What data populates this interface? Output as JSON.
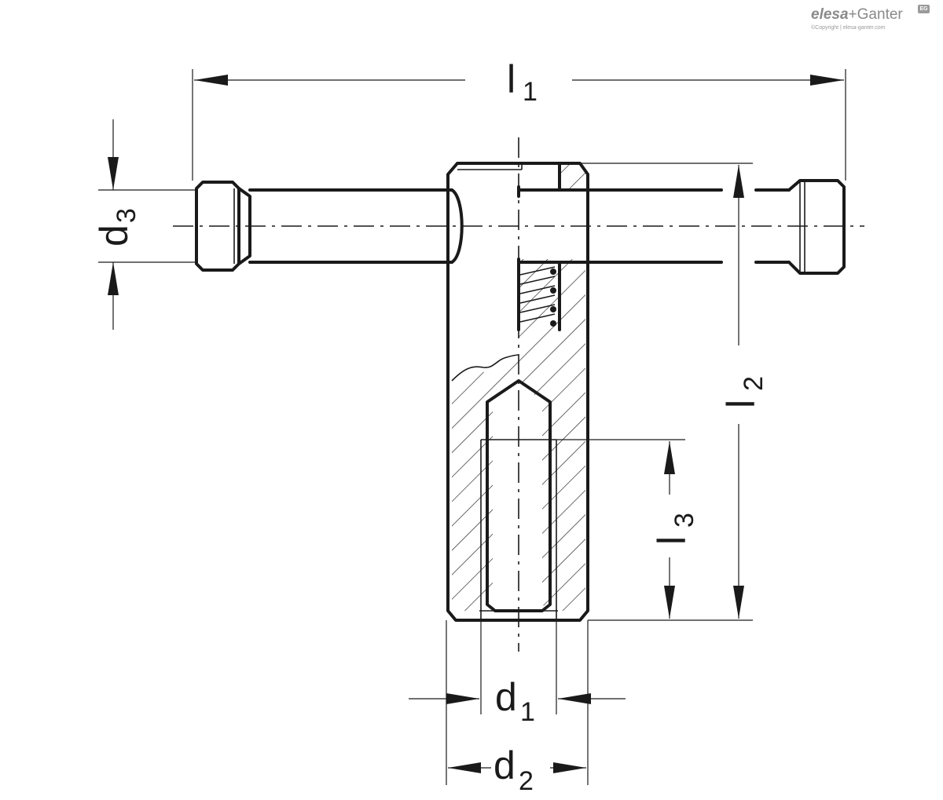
{
  "logo": {
    "brand": "elesa",
    "plus": "+",
    "brand2": "Ganter",
    "badge": "EG",
    "copyright": "©Copyright | elesa-ganter.com"
  },
  "labels": {
    "l1": {
      "main": "l",
      "sub": "1"
    },
    "l2": {
      "main": "l",
      "sub": "2"
    },
    "l3": {
      "main": "l",
      "sub": "3"
    },
    "d1": {
      "main": "d",
      "sub": "1"
    },
    "d2": {
      "main": "d",
      "sub": "2"
    },
    "d3": {
      "main": "d",
      "sub": "3"
    }
  }
}
